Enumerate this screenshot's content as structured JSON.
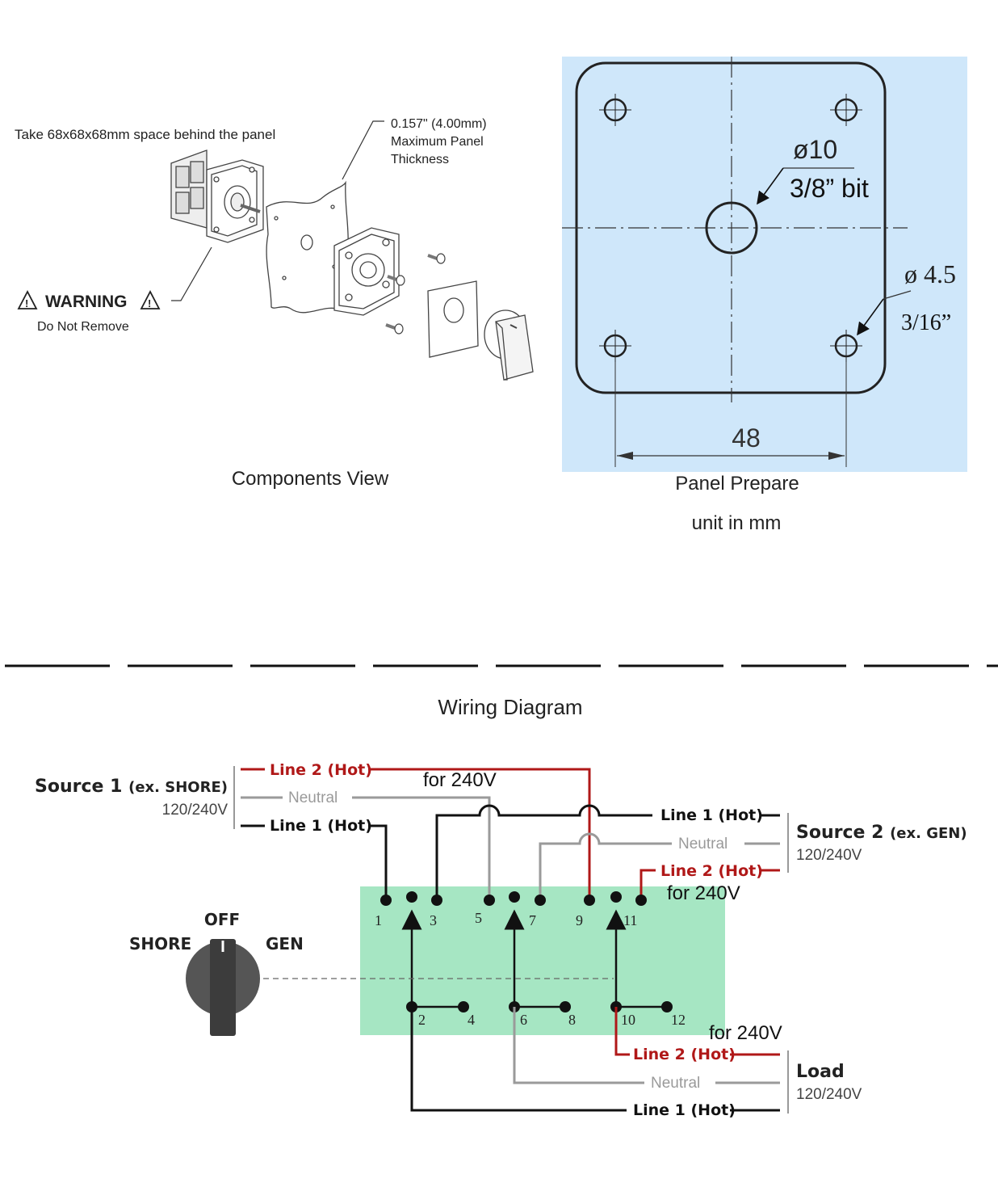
{
  "components_view": {
    "space_note": "Take 68x68x68mm space behind the panel",
    "thickness_note": [
      "0.157\" (4.00mm)",
      "Maximum Panel",
      "Thickness"
    ],
    "warning_label": "WARNING",
    "warning_sub": "Do Not Remove",
    "caption": "Components View"
  },
  "panel_prepare": {
    "center_hole_dia": "ø10",
    "center_hole_bit": "3/8” bit",
    "corner_hole_dia": "ø 4.5",
    "corner_hole_bit": "3/16”",
    "spacing": "48",
    "caption": "Panel Prepare",
    "unit_note": "unit in mm",
    "colors": {
      "panel_bg": "#cfe7fa"
    }
  },
  "wiring": {
    "title": "Wiring Diagram",
    "source1": {
      "name": "Source 1",
      "example": "(ex. SHORE)",
      "voltage": "120/240V"
    },
    "source2": {
      "name": "Source 2",
      "example": "(ex. GEN)",
      "voltage": "120/240V"
    },
    "load": {
      "name": "Load",
      "voltage": "120/240V"
    },
    "line2_hot": "Line 2 (Hot)",
    "line1_hot": "Line 1 (Hot)",
    "neutral": "Neutral",
    "note_240v": "for 240V",
    "switch": {
      "off": "OFF",
      "shore": "SHORE",
      "gen": "GEN"
    },
    "terminals_top": [
      "1",
      "3",
      "5",
      "7",
      "9",
      "11"
    ],
    "terminals_bottom": [
      "2",
      "4",
      "6",
      "8",
      "10",
      "12"
    ],
    "colors": {
      "hot2": "#b01818",
      "neutral": "#9a9a9a",
      "hot1": "#111111",
      "contact_block": "#a6e6c3"
    }
  }
}
